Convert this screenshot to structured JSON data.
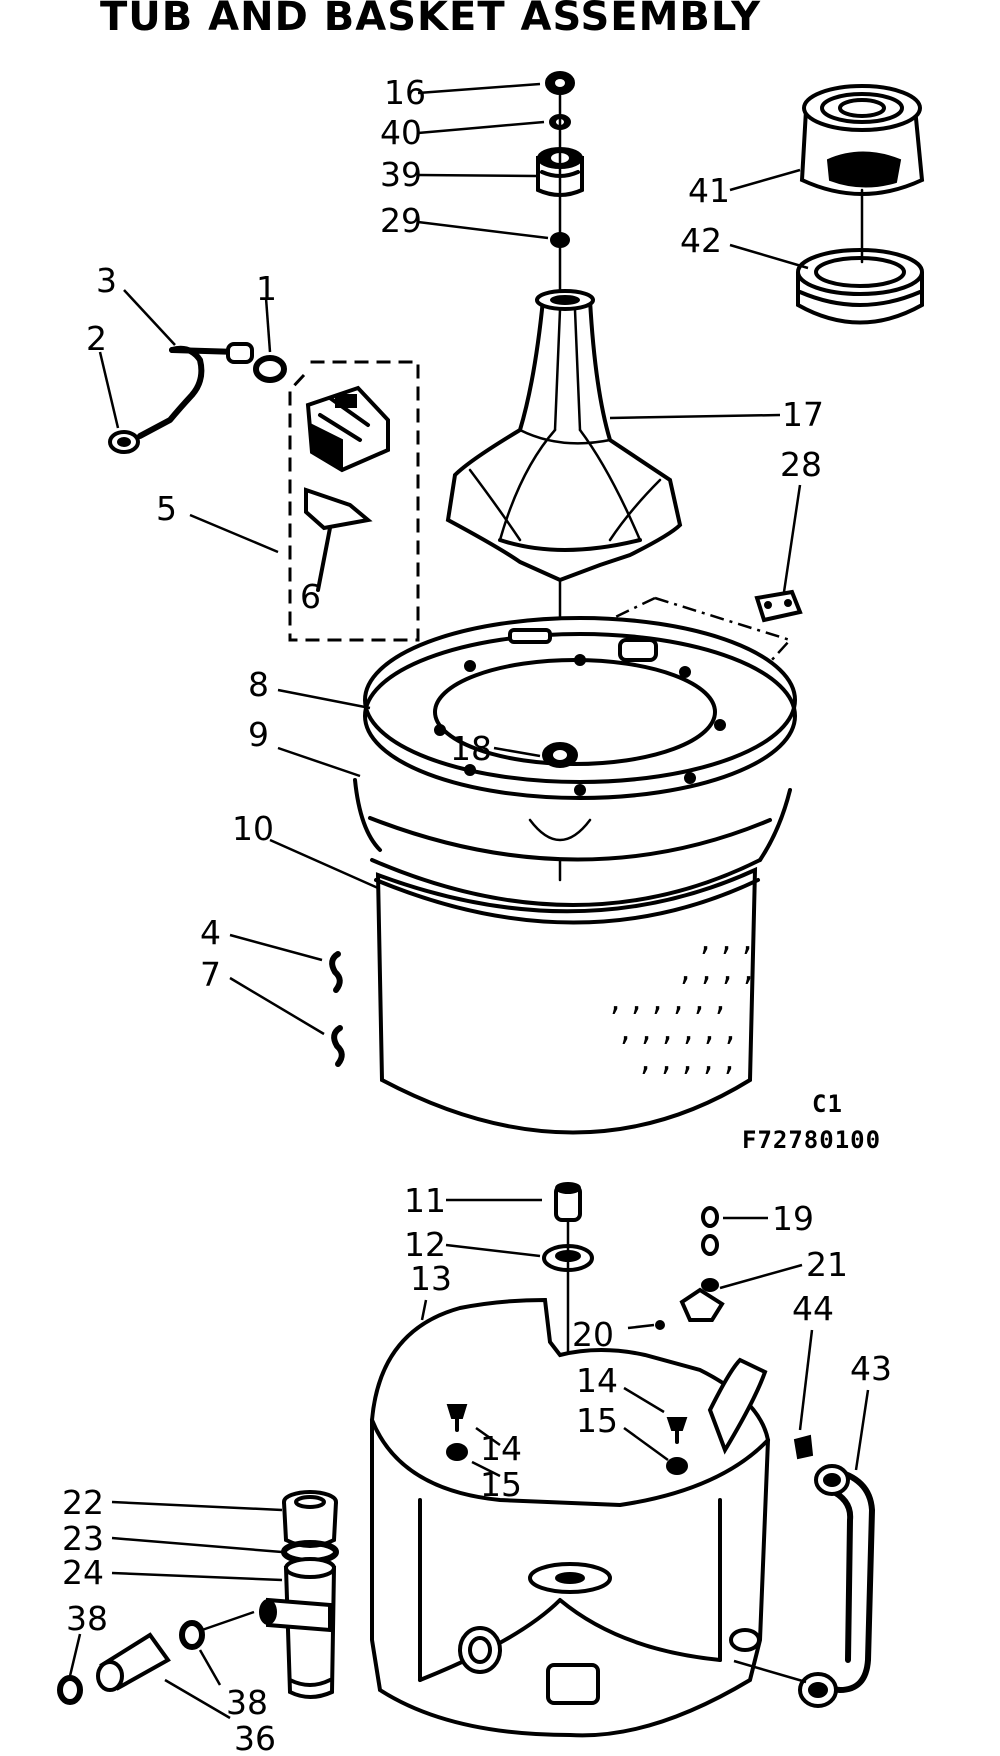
{
  "title": "TUB AND BASKET ASSEMBLY",
  "figure_code": {
    "line1": "C1",
    "line2": "F72780100"
  },
  "callouts": {
    "p16": "16",
    "p40": "40",
    "p39": "39",
    "p29": "29",
    "p41": "41",
    "p42": "42",
    "p3": "3",
    "p1": "1",
    "p2": "2",
    "p17": "17",
    "p5": "5",
    "p28": "28",
    "p6": "6",
    "p8": "8",
    "p9": "9",
    "p18": "18",
    "p10": "10",
    "p4": "4",
    "p7": "7",
    "p11": "11",
    "p19": "19",
    "p12": "12",
    "p21": "21",
    "p13": "13",
    "p44": "44",
    "p20": "20",
    "p43": "43",
    "p14a": "14",
    "p15a": "15",
    "p14b": "14",
    "p15b": "15",
    "p22": "22",
    "p23": "23",
    "p24": "24",
    "p38a": "38",
    "p38b": "38",
    "p36": "36"
  }
}
